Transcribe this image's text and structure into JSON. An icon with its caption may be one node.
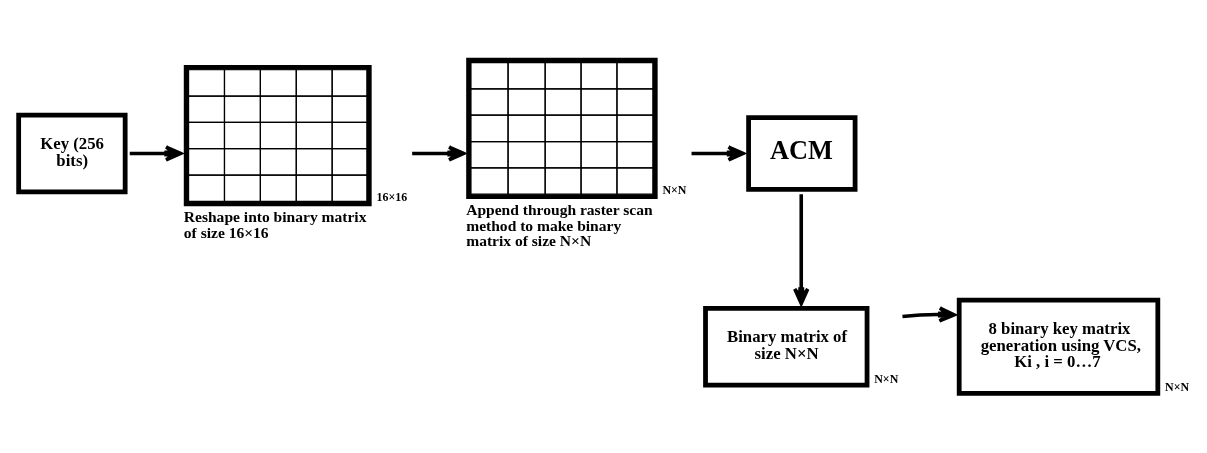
{
  "diagram": {
    "nodes": [
      {
        "text": [
          "Key (256 bits)"
        ]
      },
      {
        "text": [],
        "shape": "picture",
        "beside": [
          "16×16",
          "Reshape into binary matrix of size 16×16"
        ]
      },
      {
        "text": [],
        "shape": "picture",
        "beside": [
          "N×N",
          "Append through raster scan method to make binary matrix of size N×N"
        ]
      },
      {
        "text": [
          "ACM"
        ]
      },
      {
        "text": [
          "Binary matrix of size N×N"
        ],
        "beside": [
          "N×N"
        ]
      },
      {
        "text": [
          "8 binary key matrix generation using VCS, Ki , i = 0…7"
        ],
        "beside": [
          "N×N"
        ]
      }
    ],
    "edges": [
      {
        "from": 0,
        "to": 1,
        "arrow": "to"
      },
      {
        "from": 1,
        "to": 2,
        "arrow": "to"
      },
      {
        "from": 2,
        "to": 3,
        "arrow": "to"
      },
      {
        "from": 3,
        "to": 4,
        "arrow": "to"
      },
      {
        "from": 4,
        "to": 5,
        "arrow": "to"
      }
    ]
  }
}
